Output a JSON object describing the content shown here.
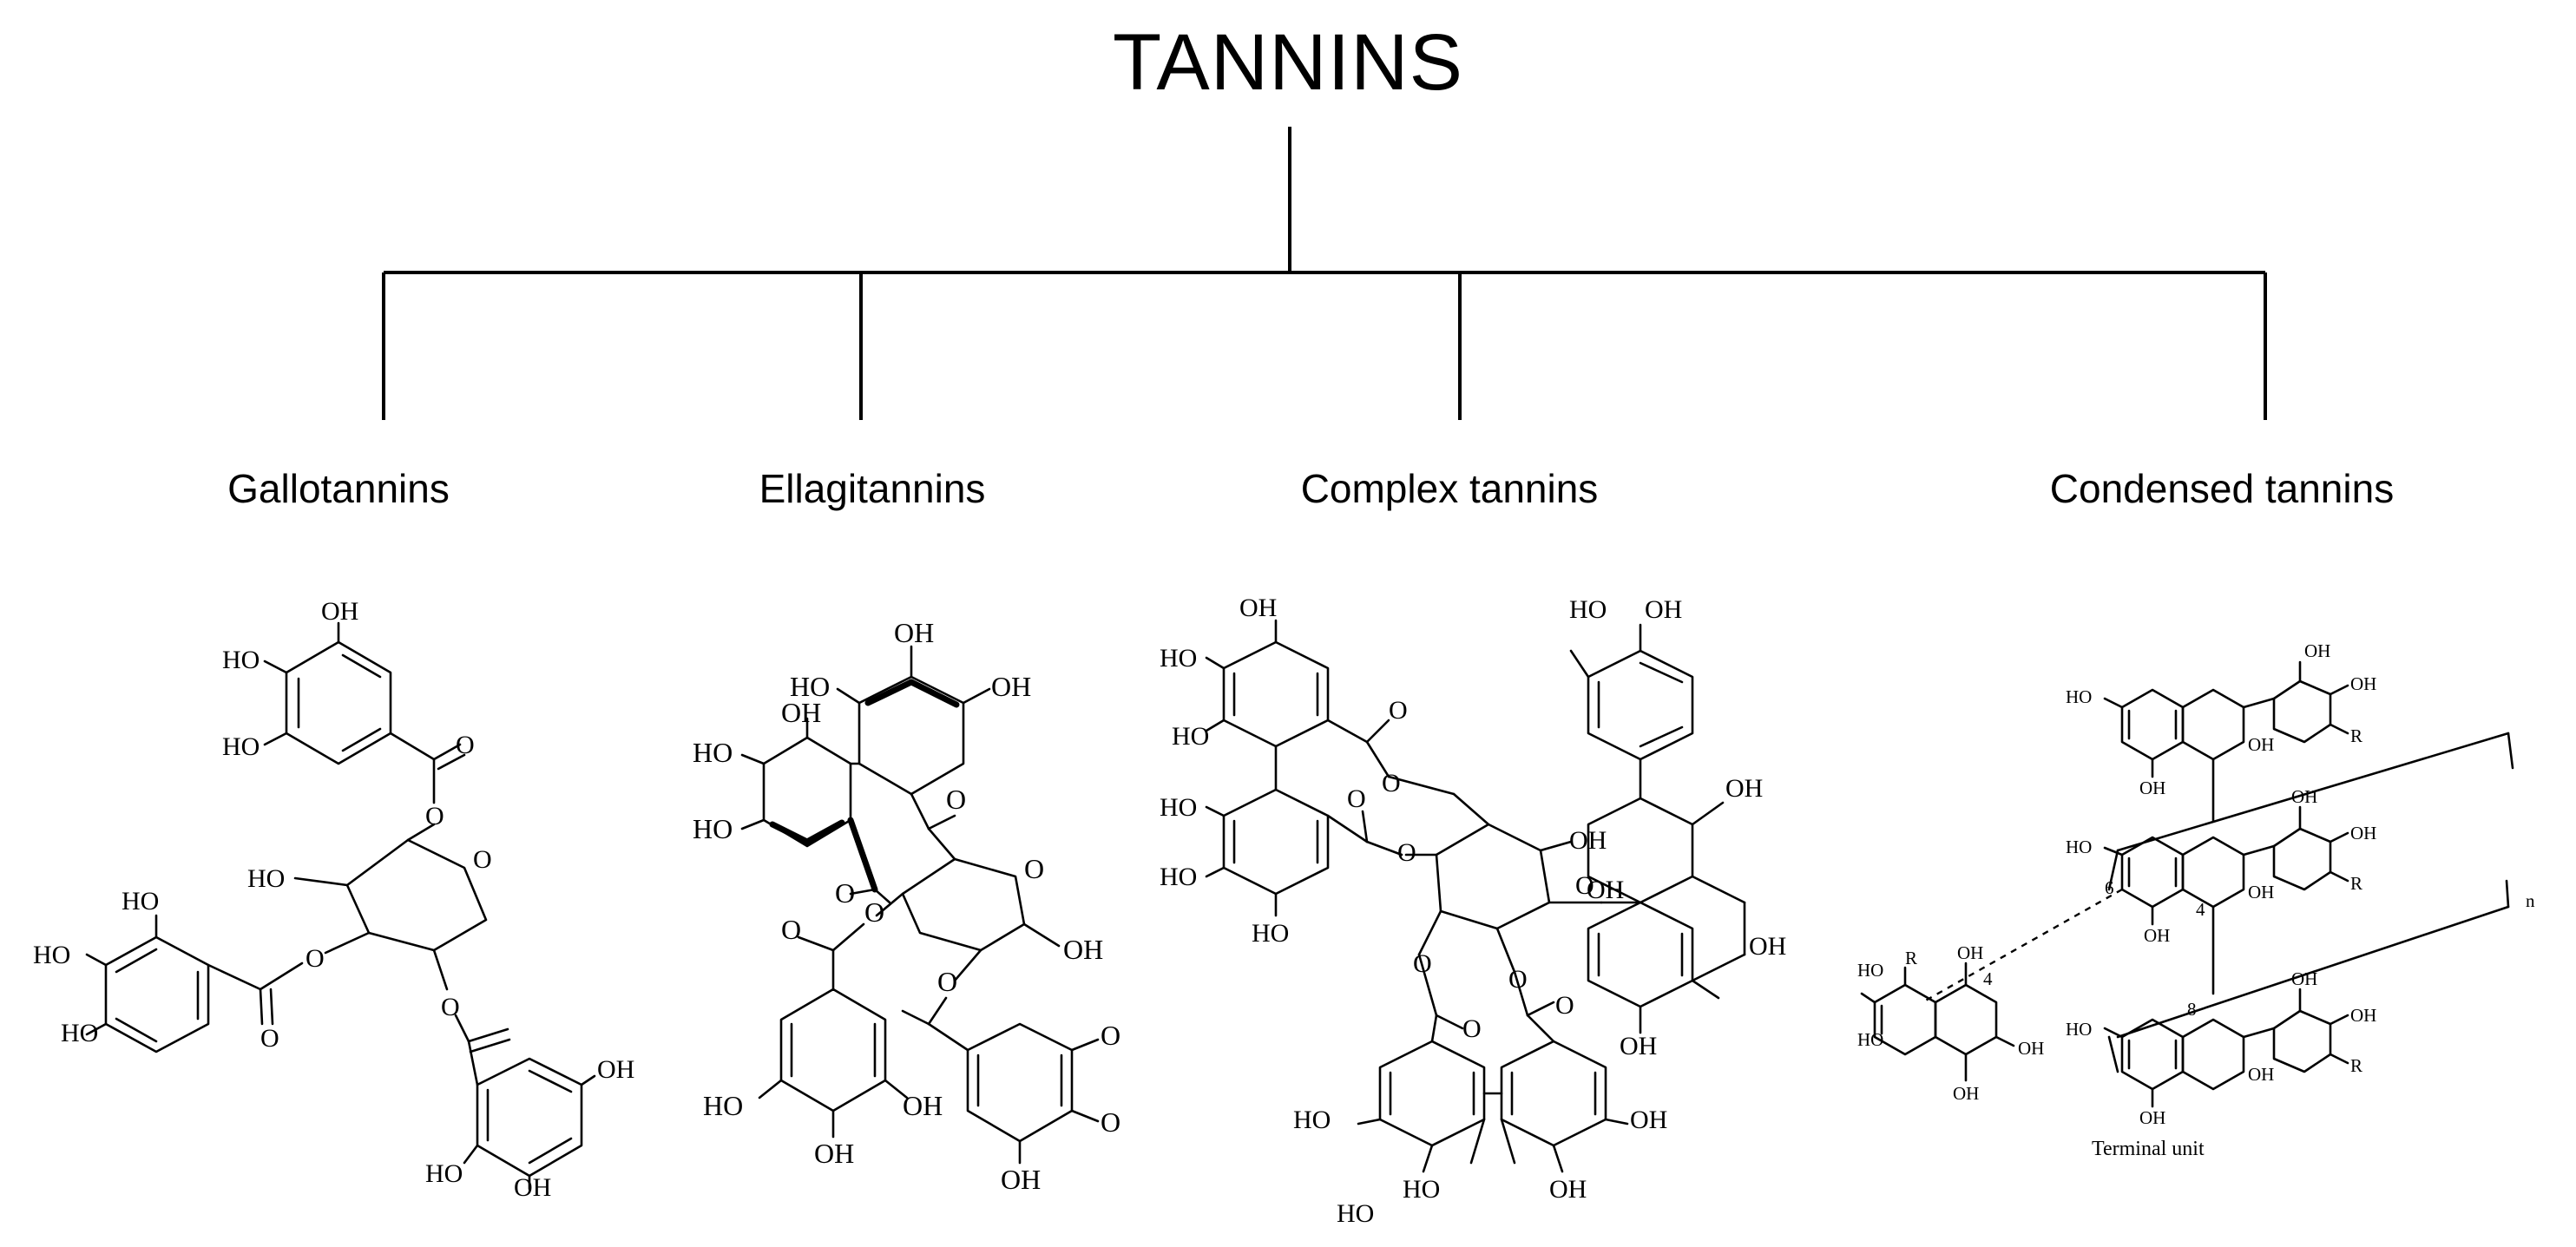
{
  "diagram": {
    "title": "TANNINS",
    "categories": [
      {
        "label": "Gallotannins"
      },
      {
        "label": "Ellagitannins"
      },
      {
        "label": "Complex tannins"
      },
      {
        "label": "Condensed tannins"
      }
    ]
  },
  "structures": {
    "gallotannin": {
      "top_oh": "OH",
      "top_ho1": "HO",
      "top_ho2": "HO",
      "ester_o1": "O",
      "ring_o": "O",
      "ho_ring": "HO",
      "left_ho1": "HO",
      "left_ho2": "HO",
      "left_ho3": "HO",
      "ester_o2": "O",
      "ester_o3": "O",
      "ester_o4": "O",
      "ester_o5": "O",
      "right_oh1": "OH",
      "right_ho": "HO",
      "right_oh2": "OH"
    },
    "ellagitannin": {
      "oh_top1": "OH",
      "ho_top": "HO",
      "oh_top2": "OH",
      "oh_mid": "OH",
      "ho_left1": "HO",
      "ho_left2": "HO",
      "o_ester1": "O",
      "o_ester2": "O",
      "o_ester3": "O",
      "o_ester4": "O",
      "o_ester5": "O",
      "o_ring": "O",
      "oh_anomer": "OH",
      "ho_bot1": "HO",
      "oh_bot1": "OH",
      "oh_bot2": "OH",
      "o_right1": "O",
      "o_right2": "O",
      "oh_bot3": "OH"
    },
    "complex": {
      "oh_a": "OH",
      "ho_a1": "HO",
      "ho_a2": "HO",
      "ho_cat1": "HO",
      "oh_cat1": "OH",
      "oh_cat2": "OH",
      "o_e1": "O",
      "o_e2": "O",
      "o_e3": "O",
      "o_e4": "O",
      "o_e5": "O",
      "o_e6": "O",
      "o_e7": "O",
      "o_e8": "O",
      "oh_g": "OH",
      "oh_h": "OH",
      "o_pyr": "O",
      "oh_r": "OH",
      "oh_r2": "OH",
      "ho_b1": "HO",
      "ho_b2": "HO",
      "ho_b3": "HO",
      "ho_c1": "HO",
      "ho_c2": "HO",
      "oh_c1": "OH",
      "oh_c2": "OH",
      "ho_c3": "HO"
    },
    "condensed": {
      "oh1": "OH",
      "oh2": "OH",
      "ho1": "HO",
      "oh3": "OH",
      "r1": "R",
      "oh4": "OH",
      "oh5": "OH",
      "oh6": "OH",
      "ho2": "HO",
      "r2": "R",
      "oh7": "OH",
      "n": "n",
      "six": "6",
      "four": "4",
      "oh8": "OH",
      "r3": "R",
      "ho3": "HO",
      "ho4": "HO",
      "oh9": "OH",
      "four2": "4",
      "oh10": "OH",
      "oh11": "OH",
      "oh12": "OH",
      "oh13": "OH",
      "eight": "8",
      "ho5": "HO",
      "r4": "R",
      "oh14": "OH",
      "oh15": "OH",
      "terminal": "Terminal unit"
    }
  }
}
